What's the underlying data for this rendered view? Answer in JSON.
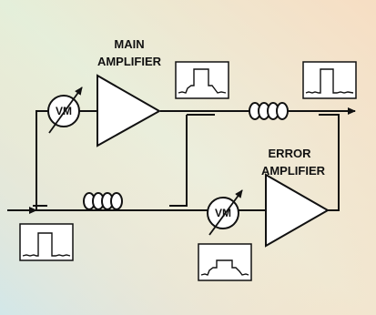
{
  "labels": {
    "main_line1": "MAIN",
    "main_line2": "AMPLIFIER",
    "error_line1": "ERROR",
    "error_line2": "AMPLIFIER",
    "vm_top": "VM",
    "vm_bottom": "VM"
  },
  "colors": {
    "bg_top_left": "#e6f0dc",
    "bg_top_right": "#f7dfc4",
    "bg_bottom_left": "#d3e8ea",
    "bg_bottom_right": "#e4ecd8",
    "line": "#111111",
    "fill": "#ffffff"
  },
  "icons": {
    "vector_modulator": "vm-circle-arrow-icon",
    "delay_line": "coil-icon",
    "spectrum": "spectrum-icon"
  }
}
